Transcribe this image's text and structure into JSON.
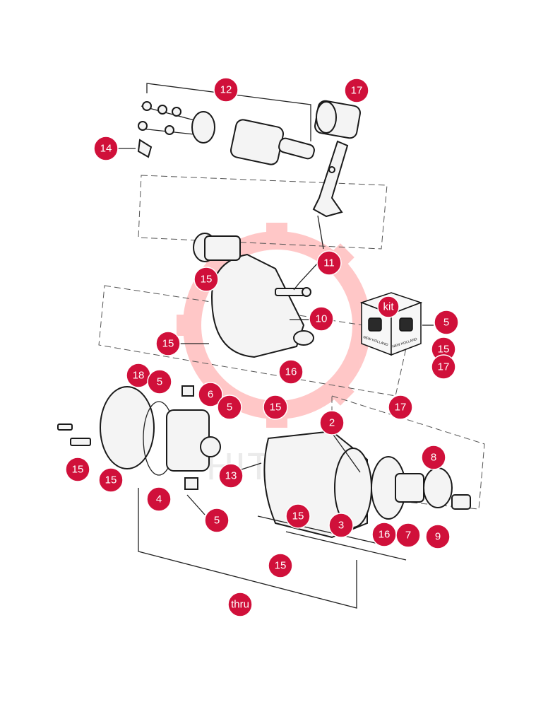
{
  "watermark": {
    "text": "HITEX",
    "color": "#ff8c8c"
  },
  "callout_color": "#d0103a",
  "kit": {
    "logo_top": "NEW HOLLAND",
    "logo_side": "NEW HOLLAND"
  },
  "callouts": {
    "c12": "12",
    "c17a": "17",
    "c14": "14",
    "c11": "11",
    "c15a": "15",
    "ckit": "kit",
    "c5a": "5",
    "c15kit": "15",
    "c17kit": "17",
    "c10": "10",
    "c15b": "15",
    "c16a": "16",
    "c18": "18",
    "c5b": "5",
    "c6": "6",
    "c5c": "5",
    "c15c": "15",
    "c17b": "17",
    "c2": "2",
    "c8": "8",
    "c15d": "15",
    "c15e": "15",
    "c13": "13",
    "c4": "4",
    "c5d": "5",
    "c15f": "15",
    "c3": "3",
    "c16b": "16",
    "c7": "7",
    "c9": "9",
    "c15g": "15",
    "cthru": "thru"
  }
}
